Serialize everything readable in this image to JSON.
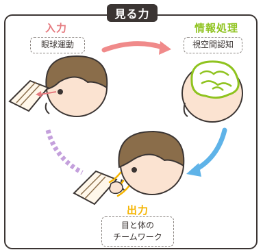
{
  "title": "見る力",
  "stages": {
    "input": {
      "heading": "入力",
      "label": "眼球運動"
    },
    "processing": {
      "heading": "情報処理",
      "label": "視空間認知"
    },
    "output": {
      "heading": "出力",
      "label_line1": "目と体の",
      "label_line2": "チームワーク"
    }
  },
  "colors": {
    "input": "#e57a7f",
    "processing": "#8fc31f",
    "output": "#f5b400",
    "arrow_top": "#f08a8a",
    "arrow_right": "#5fb3e8",
    "arrow_left": "#c4a0dc",
    "hair": "#8a6d4a",
    "skin": "#fbe3d1",
    "frame": "#3b3533"
  }
}
